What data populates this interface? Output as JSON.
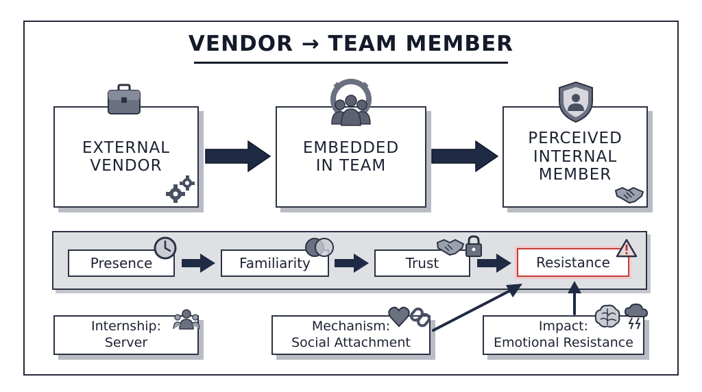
{
  "title": "VENDOR → TEAM MEMBER",
  "stages": [
    {
      "label": "EXTERNAL\nVENDOR",
      "icon": "briefcase-icon"
    },
    {
      "label": "EMBEDDED\nIN TEAM",
      "icon": "team-gear-icon"
    },
    {
      "label": "PERCEIVED\nINTERNAL\nMEMBER",
      "icon": "shield-user-icon"
    }
  ],
  "flow": [
    {
      "label": "Presence",
      "icon": "clock-icon"
    },
    {
      "label": "Familiarity",
      "icon": "overlap-circles-icon"
    },
    {
      "label": "Trust",
      "icon": "handshake-lock-icon"
    },
    {
      "label": "Resistance",
      "icon": "warning-icon"
    }
  ],
  "notes": {
    "internship": {
      "label": "Internship:\nServer",
      "icon": "people-icon"
    },
    "mechanism": {
      "label": "Mechanism:\nSocial Attachment",
      "icon": "heart-link-icon"
    },
    "impact": {
      "label": "Impact:\nEmotional Resistance",
      "icon": "brain-storm-icon"
    }
  },
  "colors": {
    "ink": "#1b2130",
    "arrow": "#1f2a44",
    "shadow": "#b9bcc4",
    "band": "#dfe0e3",
    "alert": "#c23b3b",
    "icon_gray": "#6b7080"
  }
}
